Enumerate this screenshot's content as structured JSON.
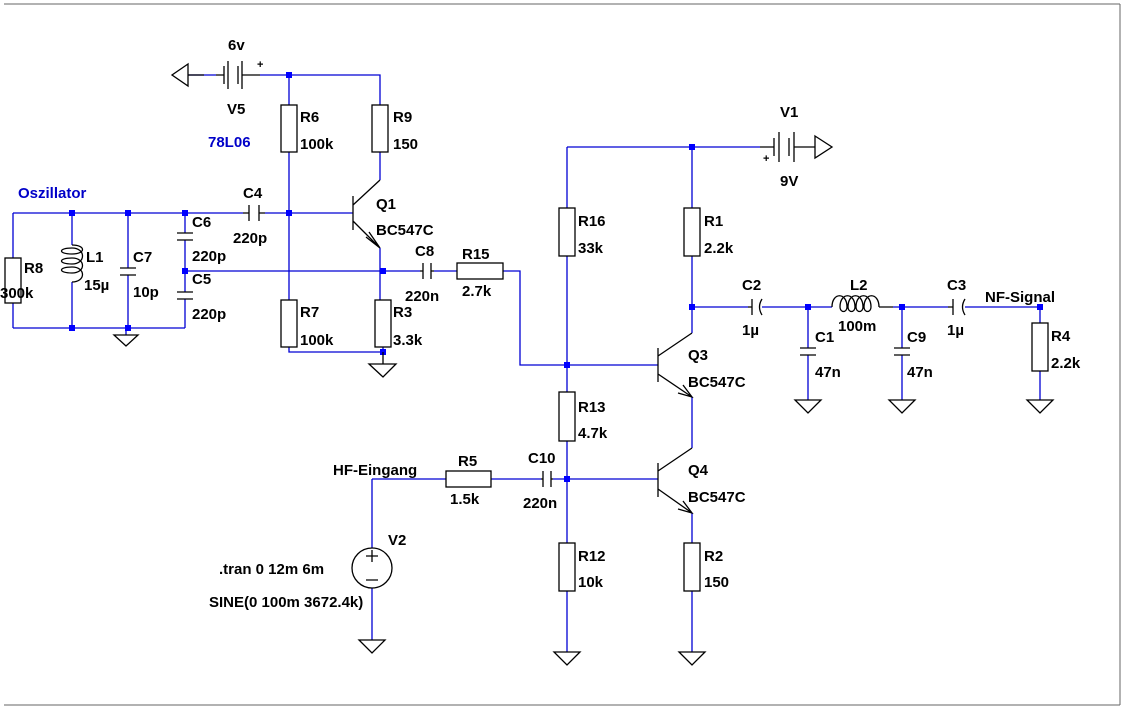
{
  "components": {
    "V5": {
      "name": "V5",
      "value": "6v"
    },
    "V1": {
      "name": "V1",
      "value": "9V"
    },
    "V2": {
      "name": "V2",
      "directive": ".tran 0 12m 6m",
      "value": "SINE(0 100m 3672.4k)"
    },
    "R1": {
      "name": "R1",
      "value": "2.2k"
    },
    "R2": {
      "name": "R2",
      "value": "150"
    },
    "R3": {
      "name": "R3",
      "value": "3.3k"
    },
    "R4": {
      "name": "R4",
      "value": "2.2k"
    },
    "R5": {
      "name": "R5",
      "value": "1.5k"
    },
    "R6": {
      "name": "R6",
      "value": "100k"
    },
    "R7": {
      "name": "R7",
      "value": "100k"
    },
    "R8": {
      "name": "R8",
      "value": "300k"
    },
    "R9": {
      "name": "R9",
      "value": "150"
    },
    "R12": {
      "name": "R12",
      "value": "10k"
    },
    "R13": {
      "name": "R13",
      "value": "4.7k"
    },
    "R15": {
      "name": "R15",
      "value": "2.7k"
    },
    "R16": {
      "name": "R16",
      "value": "33k"
    },
    "C1": {
      "name": "C1",
      "value": "47n"
    },
    "C2": {
      "name": "C2",
      "value": "1µ"
    },
    "C3": {
      "name": "C3",
      "value": "1µ"
    },
    "C4": {
      "name": "C4",
      "value": "220p"
    },
    "C5": {
      "name": "C5",
      "value": "220p"
    },
    "C6": {
      "name": "C6",
      "value": "220p"
    },
    "C7": {
      "name": "C7",
      "value": "10p"
    },
    "C8": {
      "name": "C8",
      "value": "220n"
    },
    "C9": {
      "name": "C9",
      "value": "47n"
    },
    "C10": {
      "name": "C10",
      "value": "220n"
    },
    "L1": {
      "name": "L1",
      "value": "15µ"
    },
    "L2": {
      "name": "L2",
      "value": "100m"
    },
    "Q1": {
      "name": "Q1",
      "value": "BC547C"
    },
    "Q3": {
      "name": "Q3",
      "value": "BC547C"
    },
    "Q4": {
      "name": "Q4",
      "value": "BC547C"
    }
  },
  "labels": {
    "oszillator": "Oszillator",
    "regulator": "78L06",
    "hf_input": "HF-Eingang",
    "nf_output": "NF-Signal"
  },
  "polarity": {
    "plus": "+"
  },
  "colors": {
    "wire": "#0000d4",
    "junction": "#0000ff",
    "note": "#0000c8",
    "part": "#000000"
  }
}
